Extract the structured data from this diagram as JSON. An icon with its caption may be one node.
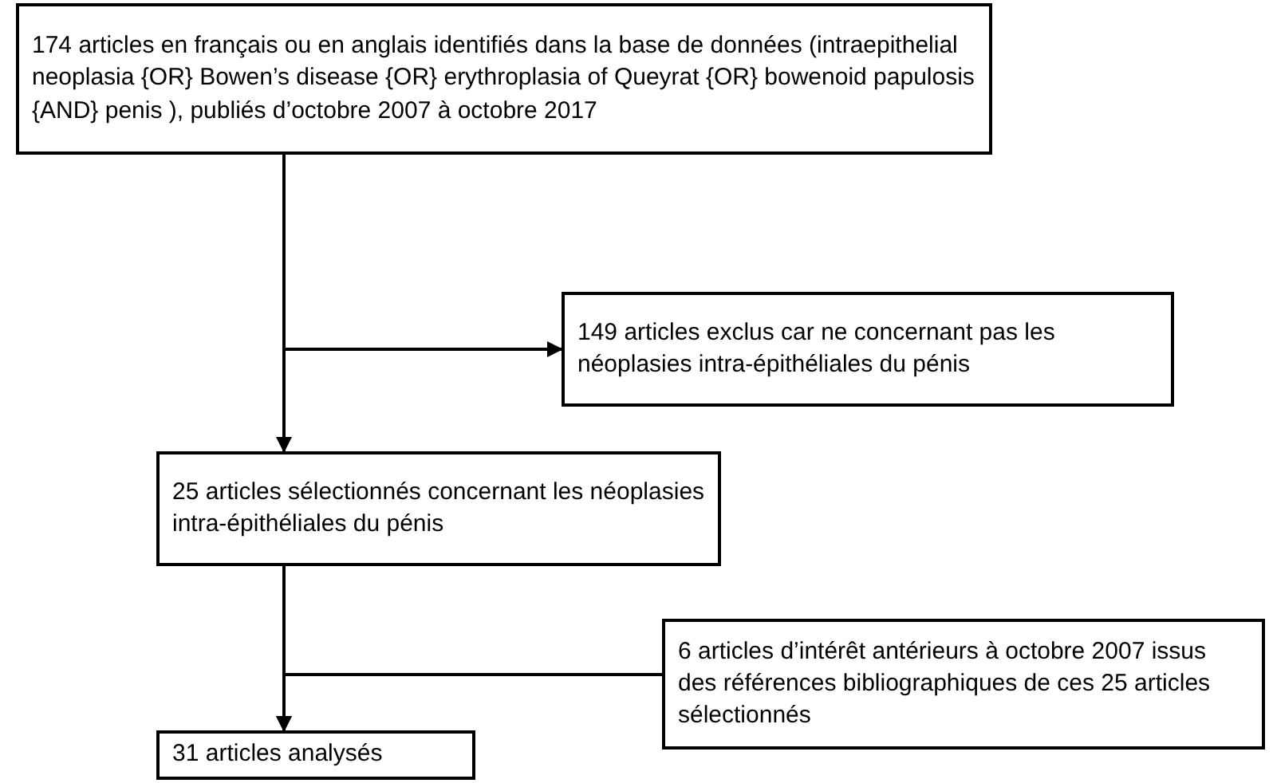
{
  "diagram": {
    "nodes": [
      {
        "text": [
          "174 articles en français ou en anglais identifiés dans la base de données (intraepithelial neoplasia {OR} Bowen’s disease {OR} erythroplasia of Queyrat {OR} bowenoid papulosis {AND} penis ), publiés d’octobre 2007 à octobre 2017"
        ]
      },
      {
        "text": [
          "149 articles exclus car ne concernant pas les néoplasies intra-épithéliales du pénis"
        ]
      },
      {
        "text": [
          "25 articles sélectionnés concernant les néoplasies intra-épithéliales du pénis"
        ]
      },
      {
        "text": [
          "6 articles d’intérêt antérieurs à octobre 2007 issus des références bibliographiques de ces 25 articles sélectionnés"
        ]
      },
      {
        "text": [
          "31 articles analysés"
        ]
      }
    ],
    "edges": [
      {
        "from": 0,
        "to": 2,
        "arrow": "to"
      },
      {
        "from": 0,
        "to": 1,
        "arrow": "to"
      },
      {
        "from": 2,
        "to": 4,
        "arrow": "to"
      },
      {
        "from": 3,
        "to": 4,
        "arrow": "to"
      }
    ]
  }
}
